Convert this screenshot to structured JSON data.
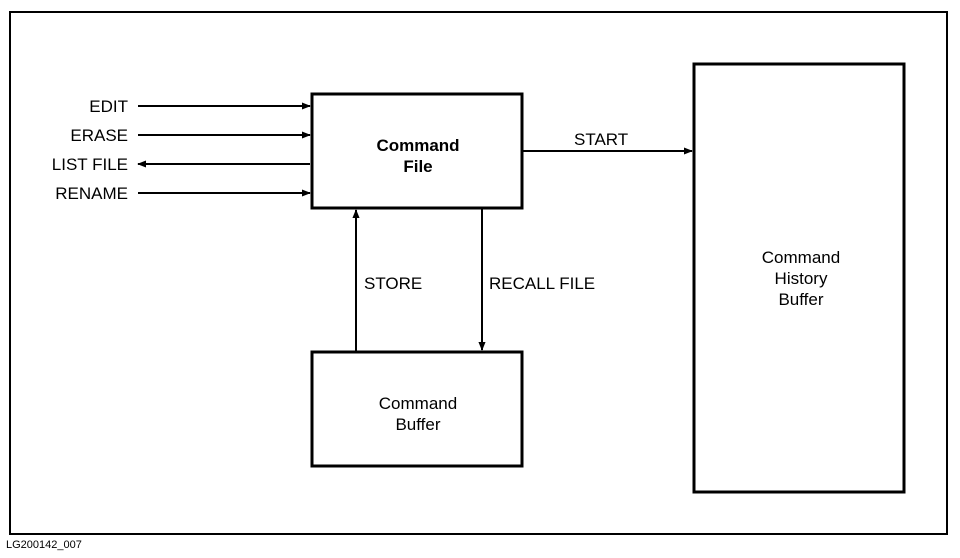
{
  "boxes": {
    "command_file": {
      "line1": "Command",
      "line2": "File"
    },
    "command_buffer": {
      "line1": "Command",
      "line2": "Buffer"
    },
    "history_buffer": {
      "line1": "Command",
      "line2": "History",
      "line3": "Buffer"
    }
  },
  "inputs": {
    "edit": "EDIT",
    "erase": "ERASE",
    "list_file": "LIST FILE",
    "rename": "RENAME"
  },
  "flows": {
    "start": "START",
    "store": "STORE",
    "recall_file": "RECALL FILE"
  },
  "figure_id": "LG200142_007",
  "colors": {
    "stroke": "#000000",
    "background": "#ffffff"
  }
}
